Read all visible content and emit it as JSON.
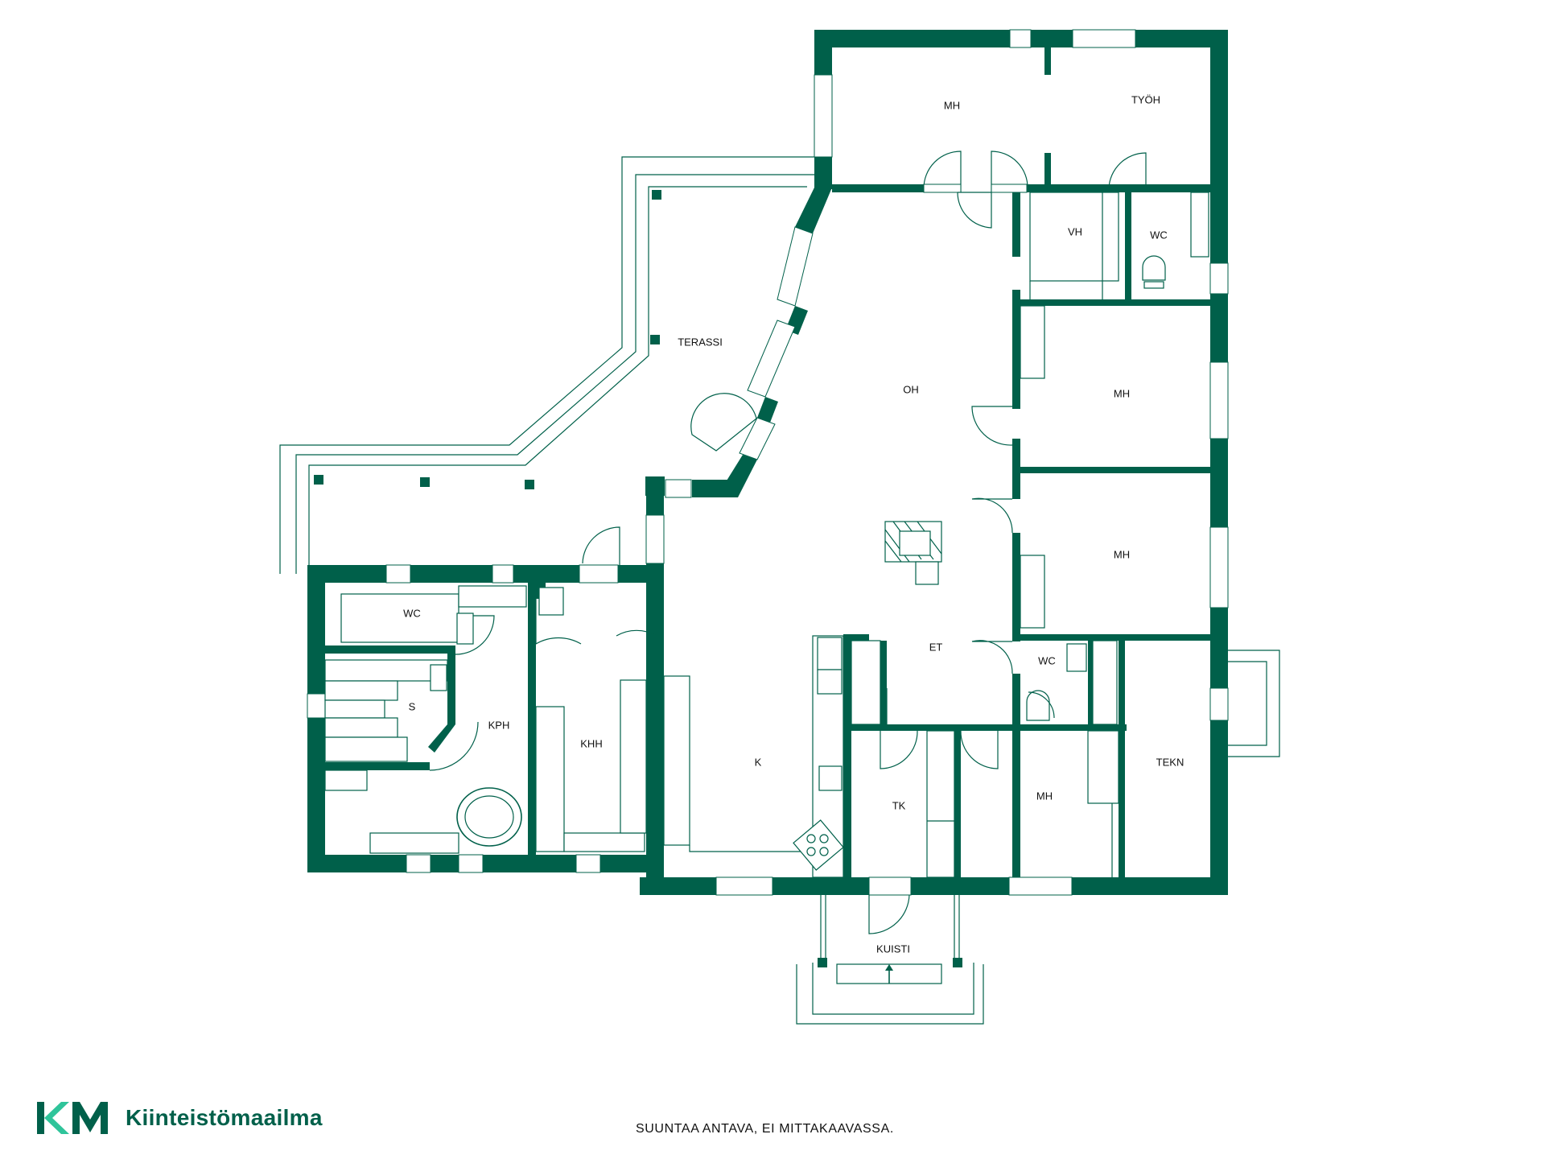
{
  "plan": {
    "rooms": [
      {
        "key": "mh_top",
        "label": "MH"
      },
      {
        "key": "tyoh",
        "label": "TYÖH"
      },
      {
        "key": "vh",
        "label": "VH"
      },
      {
        "key": "wc_top",
        "label": "WC"
      },
      {
        "key": "terassi",
        "label": "TERASSI"
      },
      {
        "key": "oh",
        "label": "OH"
      },
      {
        "key": "mh_mid1",
        "label": "MH"
      },
      {
        "key": "mh_mid2",
        "label": "MH"
      },
      {
        "key": "et",
        "label": "ET"
      },
      {
        "key": "wc_right",
        "label": "WC"
      },
      {
        "key": "wc_left",
        "label": "WC"
      },
      {
        "key": "s",
        "label": "S"
      },
      {
        "key": "kph",
        "label": "KPH"
      },
      {
        "key": "khh",
        "label": "KHH"
      },
      {
        "key": "k",
        "label": "K"
      },
      {
        "key": "tk",
        "label": "TK"
      },
      {
        "key": "mh_bottom",
        "label": "MH"
      },
      {
        "key": "tekn",
        "label": "TEKN"
      },
      {
        "key": "kuisti",
        "label": "KUISTI"
      }
    ]
  },
  "footer": {
    "brand_name": "Kiinteistömaailma",
    "logo_letters": "KM",
    "disclaimer": "SUUNTAA ANTAVA, EI MITTAKAAVASSA."
  },
  "colors": {
    "wall": "#00604a",
    "logo_dark": "#00604a",
    "logo_light": "#2fc49a"
  },
  "icons": [
    "fireplace-icon",
    "toilet-icon",
    "sink-icon",
    "bathtub-icon",
    "stove-icon",
    "sauna-bench-icon",
    "entrance-arrow-icon",
    "logo-mark-icon"
  ]
}
